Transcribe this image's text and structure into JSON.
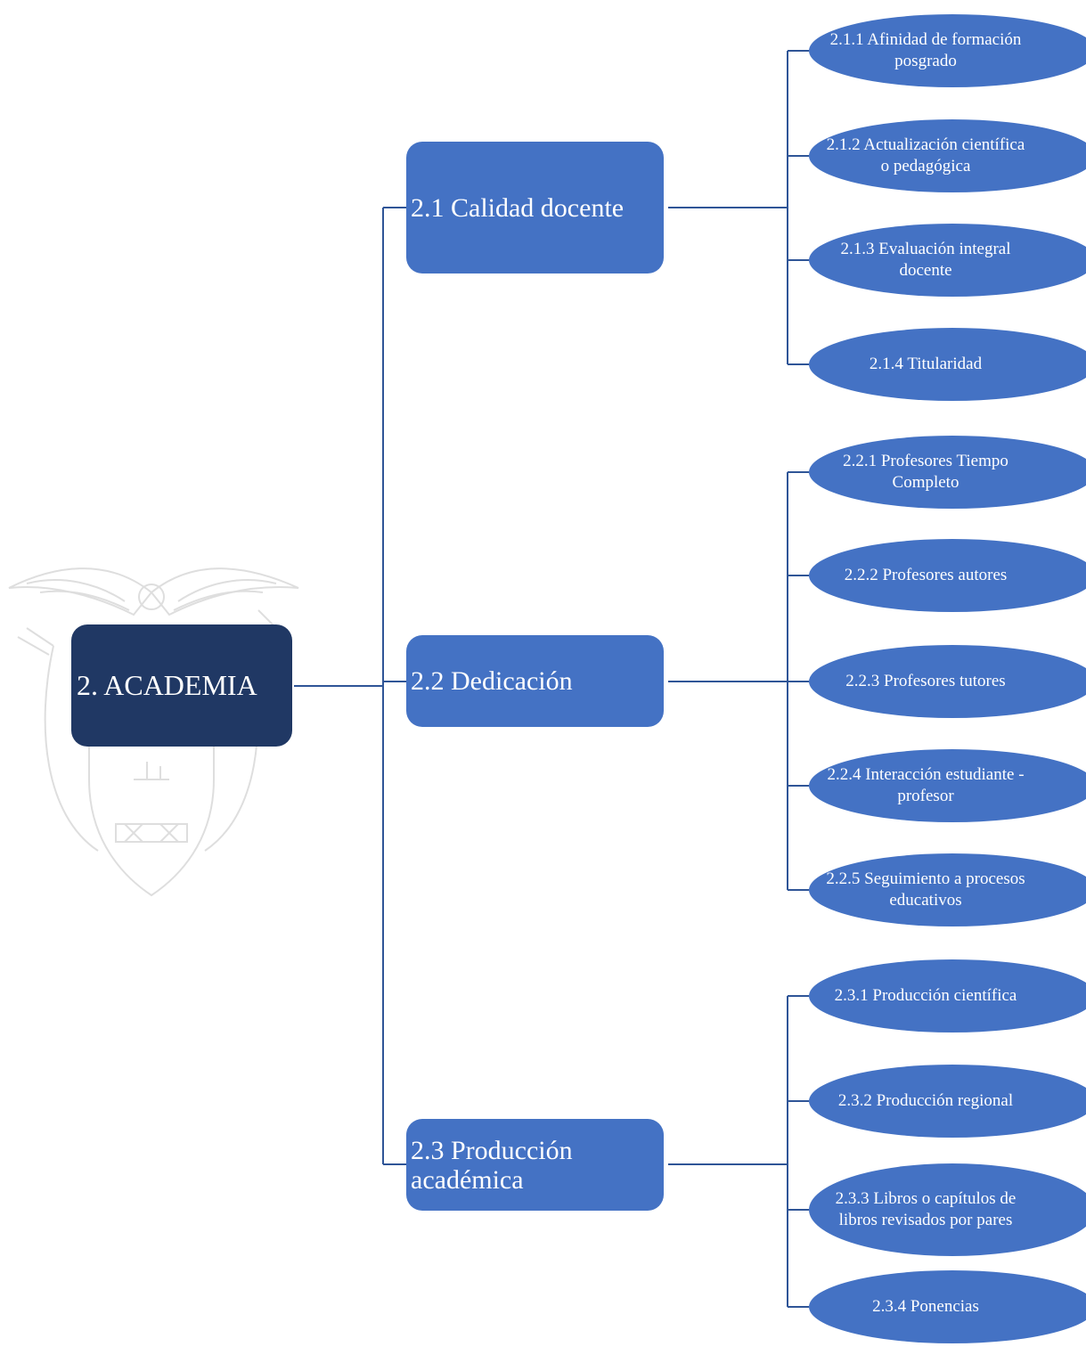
{
  "diagram": {
    "root": {
      "label": "2. ACADEMIA"
    },
    "sections": [
      {
        "label": "2.1 Calidad docente",
        "children": [
          "2.1.1 Afinidad de formación posgrado",
          "2.1.2 Actualización científica o pedagógica",
          "2.1.3 Evaluación integral docente",
          "2.1.4 Titularidad"
        ]
      },
      {
        "label": "2.2 Dedicación",
        "children": [
          "2.2.1 Profesores Tiempo Completo",
          "2.2.2 Profesores autores",
          "2.2.3 Profesores tutores",
          "2.2.4 Interacción estudiante - profesor",
          "2.2.5 Seguimiento a procesos educativos"
        ]
      },
      {
        "label": "2.3 Producción académica",
        "children": [
          "2.3.1 Producción científica",
          "2.3.2 Producción regional",
          "2.3.3 Libros o capítulos de libros revisados por pares",
          "2.3.4 Ponencias"
        ]
      }
    ]
  },
  "colors": {
    "root": "#203864",
    "node": "#4472c4",
    "connector": "#2f5597",
    "watermark": "#e3e3e3"
  }
}
